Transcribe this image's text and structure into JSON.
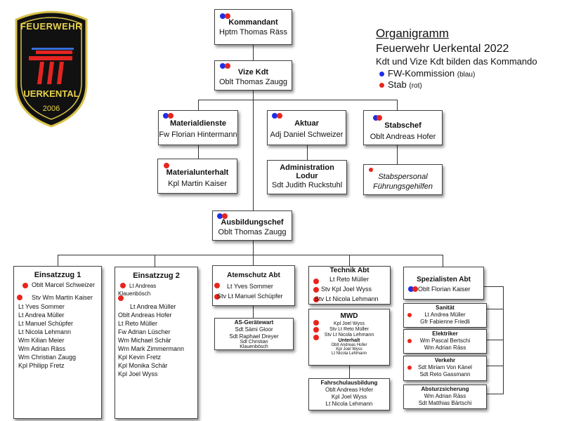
{
  "logo": {
    "top_text": "FEUERWEHR",
    "middle_text": "UERKENTAL",
    "year": "2006"
  },
  "header": {
    "title": "Organigramm",
    "subtitle": "Feuerwehr Uerkental 2022",
    "line3": "Kdt und Vize Kdt bilden das Kommando",
    "legend_fw": "FW-Kommission",
    "legend_fw_note": "(blau)",
    "legend_stab": "Stab",
    "legend_stab_note": "(rot)"
  },
  "colors": {
    "red": "#e8251d",
    "blue": "#1d2ee8"
  },
  "kommandant": {
    "title": "Kommandant",
    "name": "Hptm Thomas Räss"
  },
  "vize": {
    "title": "Vize Kdt",
    "name": "Oblt Thomas Zaugg"
  },
  "materialdienste": {
    "title": "Materialdienste",
    "name": "Fw Florian Hintermann"
  },
  "aktuar": {
    "title": "Aktuar",
    "name": "Adj Daniel Schweizer"
  },
  "stabschef": {
    "title": "Stabschef",
    "name": "Oblt Andreas Hofer"
  },
  "materialunterhalt": {
    "title": "Materialunterhalt",
    "name": "Kpl Martin Kaiser"
  },
  "administration": {
    "title1": "Administration",
    "title2": "Lodur",
    "name": "Sdt Judith Ruckstuhl"
  },
  "stabspersonal": {
    "line1": "Stabspersonal",
    "line2": "Führungsgehilfen"
  },
  "ausbildungschef": {
    "title": "Ausbildungschef",
    "name": "Oblt Thomas Zaugg"
  },
  "ez1": {
    "title": "Einsatzzug 1",
    "lead1": "Oblt Marcel Schweizer",
    "lead2": "Stv Wm Martin Kaiser",
    "members": [
      "Lt Yves Sommer",
      "Lt Andrea Müller",
      "Lt Manuel Schüpfer",
      "Lt Nicola Lehmann",
      "Wm Kilian Meier",
      "Wm Adrian Räss",
      "Wm Christian Zaugg",
      "Kpl Philipp Fretz"
    ]
  },
  "ez2": {
    "title": "Einsatzzug 2",
    "lead1a": "Lt Andreas",
    "lead1b": "Klauenbösch",
    "members": [
      "Lt Andrea Müller",
      "Oblt Andreas Hofer",
      "Lt Reto Müller",
      "Fw Adrian Lüscher",
      "Wm Michael Schär",
      "Wm Mark Zimmermann",
      "Kpl Kevin Fretz",
      "Kpl Monika Schär",
      "Kpl Joel Wyss"
    ]
  },
  "atemschutz": {
    "title": "Atemschutz Abt",
    "lead1": "Lt Yves Sommer",
    "lead2": "Stv Lt Manuel Schüpfer"
  },
  "geraetewart": {
    "title": "AS-Gerätewart",
    "members": [
      "Sdt Sämi Gloor",
      "Sdt Raphael Dreyer",
      "Sdt Christian",
      "Klauenbösch"
    ]
  },
  "technik": {
    "title": "Technik Abt",
    "lead1": "Lt Reto Müller",
    "lead2": "Stv Kpl Joel Wyss",
    "lead3": "Stv Lt Nicola Lehmann"
  },
  "mwd": {
    "title": "MWD",
    "members": [
      "Kpl Joel Wyss",
      "Stv Lt Reto Müller",
      "Stv Lt Nicola Lehmann"
    ],
    "sub_title": "Unterhalt",
    "sub_members": [
      "Oblt Andreas Hofer",
      "Kpl Joel Wyss",
      "Lt  Nicola Lehmann"
    ]
  },
  "fahrschul": {
    "title": "Fahrschulausbildung",
    "members": [
      "Oblt Andreas Hofer",
      "Kpl Joel Wyss",
      "Lt Nicola Lehmann"
    ]
  },
  "spezialisten": {
    "title": "Spezialisten Abt",
    "name": "Oblt Florian Kaiser"
  },
  "sanitaet": {
    "title": "Sanität",
    "members": [
      "Lt Andrea Müller",
      "Gfr Fabienne Friedli"
    ]
  },
  "elektriker": {
    "title": "Elektriker",
    "members": [
      "Wm Pascal Bertschi",
      "Wm Adrian Räss"
    ]
  },
  "verkehr": {
    "title": "Verkehr",
    "members": [
      "Sdt Miriam Von Känel",
      "Sdt Reto Gassmann"
    ]
  },
  "absturz": {
    "title": "Absturzsicherung",
    "members": [
      "Wm Adrian Räss",
      "Sdt Matthias Bärtschi"
    ]
  }
}
